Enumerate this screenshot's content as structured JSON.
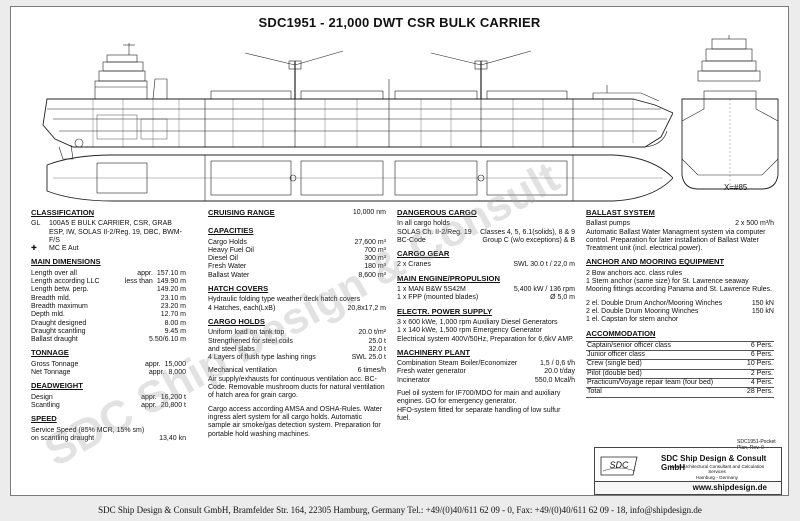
{
  "title": "SDC1951 - 21,000 DWT CSR BULK CARRIER",
  "section_label": "X=#85",
  "watermark": "SDC Ship Design & Consult",
  "classification": {
    "heading": "Classification",
    "symbol": "GL",
    "text": "100A5 E BULK CARRIER, CSR, GRAB ESP, IW, SOLAS II-2/Reg. 19, DBC, BWM-F/S",
    "mc": "MC E Aut"
  },
  "main_dimensions": {
    "heading": "Main Dimensions",
    "rows": [
      {
        "label": "Length over all",
        "mid": "appr.",
        "value": "157.10 m"
      },
      {
        "label": "Length according LLC",
        "mid": "less than",
        "value": "149.90 m"
      },
      {
        "label": "Length betw. perp.",
        "mid": "",
        "value": "149.20 m"
      },
      {
        "label": "Breadth mld.",
        "mid": "",
        "value": "23.10 m"
      },
      {
        "label": "Breadth maximum",
        "mid": "",
        "value": "23.20 m"
      },
      {
        "label": "Depth mld.",
        "mid": "",
        "value": "12.70 m"
      },
      {
        "label": "Draught designed",
        "mid": "",
        "value": "8.00 m"
      },
      {
        "label": "Draught scantling",
        "mid": "",
        "value": "9.45 m"
      },
      {
        "label": "Ballast draught",
        "mid": "",
        "value": "5.50/6.10 m"
      }
    ]
  },
  "tonnage": {
    "heading": "Tonnage",
    "rows": [
      {
        "label": "Gross Tonnage",
        "mid": "appr.",
        "value": "15,000"
      },
      {
        "label": "Net Tonnage",
        "mid": "appr.",
        "value": "8,000"
      }
    ]
  },
  "deadweight": {
    "heading": "Deadweight",
    "rows": [
      {
        "label": "Design",
        "mid": "appr.",
        "value": "16,200 t"
      },
      {
        "label": "Scantling",
        "mid": "appr.",
        "value": "20,800 t"
      }
    ]
  },
  "speed": {
    "heading": "Speed",
    "line1": "Service Speed (85% MCR, 15% sm)",
    "line2_label": "on scantling draught",
    "line2_value": "13,40 kn"
  },
  "cruising_range": {
    "heading": "Cruising Range",
    "value": "10,000 nm"
  },
  "capacities": {
    "heading": "Capacities",
    "rows": [
      {
        "label": "Cargo Holds",
        "value": "27,600 m³"
      },
      {
        "label": "Heavy Fuel Oil",
        "value": "700 m³"
      },
      {
        "label": "Diesel Oil",
        "value": "300 m³"
      },
      {
        "label": "Fresh Water",
        "value": "180 m³"
      },
      {
        "label": "Ballast Water",
        "value": "8,600 m³"
      }
    ]
  },
  "hatch_covers": {
    "heading": "Hatch Covers",
    "line1": "Hydraulic folding type weather deck hatch covers",
    "line2_label": "4 Hatches, each(LxB)",
    "line2_value": "20,8x17,2 m"
  },
  "cargo_holds": {
    "heading": "Cargo Holds",
    "rows": [
      {
        "label": "Uniform load on tank top",
        "value": "20.0 t/m²"
      },
      {
        "label": "Strengthened for steel coils",
        "value": "25.0 t"
      },
      {
        "label": "                and steel slabs",
        "value": "32.0 t"
      },
      {
        "label": "4 Layers of flush type lashing rings",
        "value": "SWL 25.0 t"
      }
    ],
    "vent_label": "Mechanical ventilation",
    "vent_value": "6 times/h",
    "para1": "Air supply/exhausts for continuous ventilation acc. BC-Code. Removable mushroom ducts for natural ventilation of hatch area for grain cargo.",
    "para2": "Cargo access according AMSA and OSHA-Rules. Water ingress alert system for all cargo holds. Automatic sample air smoke/gas detection system. Preparation for portable hold washing machines."
  },
  "dangerous_cargo": {
    "heading": "Dangerous Cargo",
    "line1": "In all cargo holds",
    "line2_label": "SOLAS Ch. II-2/Reg. 19",
    "line2_value": "Classes 4, 5, 6.1(solids), 8 & 9",
    "line3_label": "BC-Code",
    "line3_value": "Group C (w/o exceptions) & B"
  },
  "cargo_gear": {
    "heading": "Cargo Gear",
    "label": "2 x Cranes",
    "value": "SWL 30.0 t / 22,0 m"
  },
  "main_engine": {
    "heading": "Main Engine/Propulsion",
    "rows": [
      {
        "label": "1 x MAN B&W 5S42M",
        "value": "5,400 kW / 136 rpm"
      },
      {
        "label": "1 x FPP (mounted blades)",
        "value": "Ø 5,0 m"
      }
    ]
  },
  "electr_power": {
    "heading": "Electr. Power Supply",
    "line1": "3 x  600 kWe, 1,000 rpm  Auxiliary Diesel Generators",
    "line2": "1 x  140 kWe, 1,500 rpm  Emergency Generator",
    "line3": "Electrical system 400V/50Hz, Preparation for 6,6kV AMP."
  },
  "machinery_plant": {
    "heading": "Machinery Plant",
    "rows": [
      {
        "label": "Combination Steam Boiler/Economizer",
        "value": "1,5 / 0,6 t/h"
      },
      {
        "label": "Fresh water generator",
        "value": "20.0 t/day"
      },
      {
        "label": "Incinerator",
        "value": "550,0 Mcal/h"
      }
    ],
    "para1": "Fuel oil system for IF700/MDO for main and auxiliary engines. GO for emergency generator.",
    "para2": "HFO-system fitted for separate handling of low sulfur fuel."
  },
  "ballast_system": {
    "heading": "Ballast System",
    "pumps_label": "Ballast pumps",
    "pumps_value": "2 x 500 m³/h",
    "para": "Automatic Ballast Water Managment system via computer control. Preparation for later installation of Ballast Water Treatment unit (incl. electrical power)."
  },
  "anchor": {
    "heading": "Anchor and Mooring Equipment",
    "para1": "2 Bow anchors acc. class rules",
    "para2": "1 Stern anchor (same size) for St. Lawrence seaway",
    "para3": "Mooring fittings according Panama and St. Lawrence Rules.",
    "rows": [
      {
        "label": "2 el. Double Drum Anchor/Mooring Winches",
        "value": "150 kN"
      },
      {
        "label": "2 el. Double Drum Mooring Winches",
        "value": "150 kN"
      },
      {
        "label": "1 el. Capstan for stern anchor",
        "value": ""
      }
    ]
  },
  "accommodation": {
    "heading": "Accommodation",
    "rows": [
      {
        "label": "Captain/senior officer class",
        "value": "6 Pers."
      },
      {
        "label": "Junior officer class",
        "value": "6 Pers."
      },
      {
        "label": "Crew (single bed)",
        "value": "10 Pers."
      },
      {
        "label": "Pilot (double bed)",
        "value": "2 Pers."
      },
      {
        "label": "Practicum/Voyage repair team (four bed)",
        "value": "4 Pers."
      },
      {
        "label": "Total",
        "value": "28 Pers."
      }
    ]
  },
  "revision": "SDC1951-Pocket Plan, Rev. 0",
  "company": {
    "logo_text": "SDC",
    "name": "SDC Ship Design & Consult GmbH",
    "sub1": "Naval Architectural Consultant and Calculation Services",
    "sub2": "Hamburg - Germany",
    "website": "www.shipdesign.de"
  },
  "footer": "SDC Ship Design & Consult GmbH, Bramfelder Str. 164, 22305 Hamburg, Germany        Tel.: +49/(0)40/611 62 09 - 0, Fax: +49/(0)40/611 62 09 - 18, info@shipdesign.de",
  "colors": {
    "sheet": "#ffffff",
    "background": "#ececec",
    "line": "#222222",
    "watermark": "#969696"
  }
}
